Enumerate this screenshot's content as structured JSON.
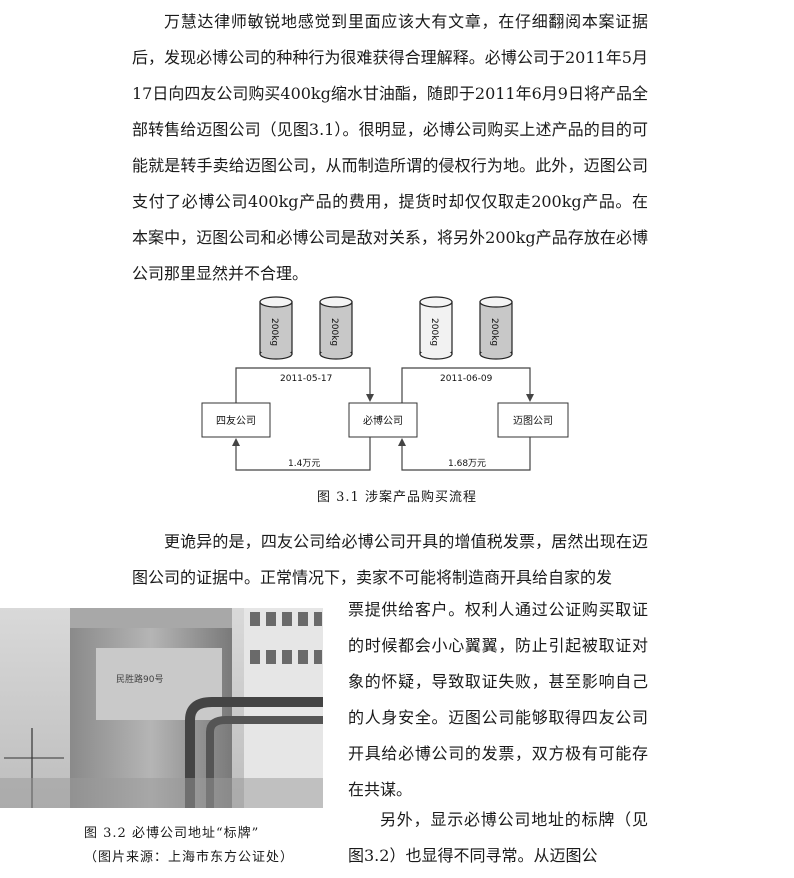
{
  "paragraph1": "万慧达律师敏锐地感觉到里面应该大有文章，在仔细翻阅本案证据后，发现必博公司的种种行为很难获得合理解释。必博公司于2011年5月17日向四友公司购买400kg缩水甘油酯，随即于2011年6月9日将产品全部转售给迈图公司（见图3.1）。很明显，必博公司购买上述产品的目的可能就是转手卖给迈图公司，从而制造所谓的侵权行为地。此外，迈图公司支付了必博公司400kg产品的费用，提货时却仅仅取走200kg产品。在本案中，迈图公司和必博公司是敌对关系，将另外200kg产品存放在必博公司那里显然并不合理。",
  "diagram": {
    "cylinders": [
      "200kg",
      "200kg",
      "200kg",
      "200kg"
    ],
    "companies": [
      "四友公司",
      "必博公司",
      "迈图公司"
    ],
    "dates": [
      "2011-05-17",
      "2011-06-09"
    ],
    "amounts": [
      "1.4万元",
      "1.68万元"
    ]
  },
  "figure1_caption": "图 3.1  涉案产品购买流程",
  "paragraph2_full": "更诡异的是，四友公司给必博公司开具的增值税发票，居然出现在迈图公司的证据中。正常情况下，卖家不可能将制造商开具给自家的发",
  "paragraph2_narrow": "票提供给客户。权利人通过公证购买取证的时候都会小心翼翼，防止引起被取证对象的怀疑，导致取证失败，甚至影响自己的人身安全。迈图公司能够取得四友公司开具给必博公司的发票，双方极有可能存在共谋。",
  "paragraph3": "另外，显示必博公司地址的标牌（见图3.2）也显得不同寻常。从迈图公",
  "photo_sign_text": "民胜路90号",
  "figure2_caption_line1": "图 3.2  必博公司地址“标牌”",
  "figure2_caption_line2": "（图片来源：上海市东方公证处）"
}
